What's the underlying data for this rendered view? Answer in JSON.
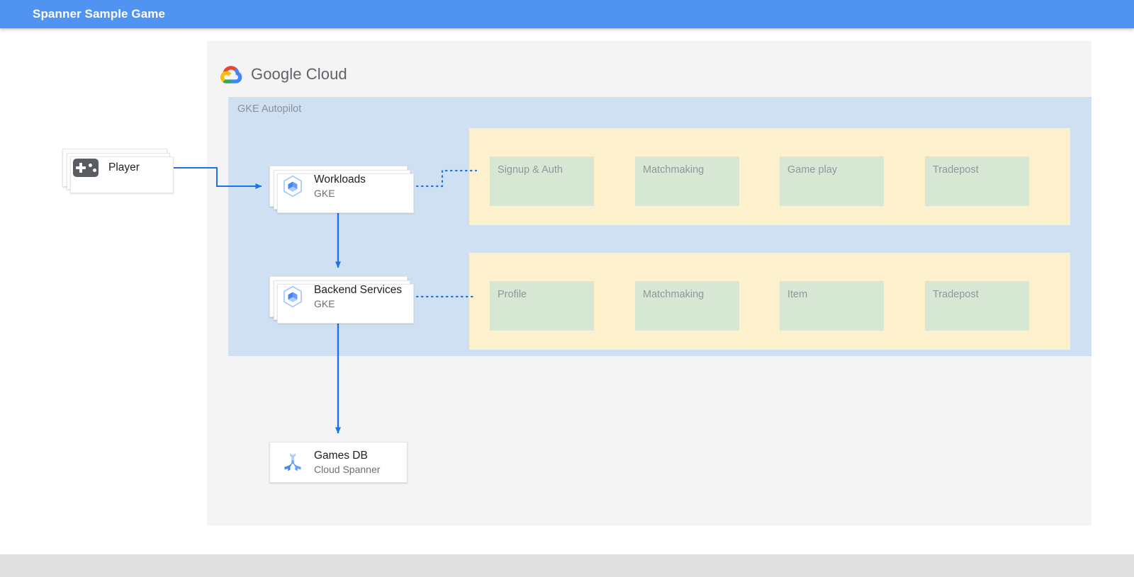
{
  "appbar": {
    "title": "Spanner Sample Game",
    "background": "#5093f1",
    "text_color": "#ffffff"
  },
  "diagram": {
    "brand": {
      "logo_icon": "google-cloud-logo-icon",
      "wordmark_bold": "Google",
      "wordmark_light": "Cloud"
    },
    "zone": {
      "label": "GKE Autopilot",
      "background": "#cfe0f3"
    },
    "group_background": "#fdf0cd",
    "service_box_background": "#d6e7d4",
    "service_rows": [
      {
        "row_name": "workloads-services",
        "boxes": [
          {
            "label": "Signup & Auth"
          },
          {
            "label": "Matchmaking"
          },
          {
            "label": "Game play"
          },
          {
            "label": "Tradepost"
          }
        ]
      },
      {
        "row_name": "backend-services",
        "boxes": [
          {
            "label": "Profile"
          },
          {
            "label": "Matchmaking"
          },
          {
            "label": "Item"
          },
          {
            "label": "Tradepost"
          }
        ]
      }
    ],
    "nodes": [
      {
        "name": "player",
        "title": "Player",
        "subtitle": "",
        "icon": "gamepad-icon"
      },
      {
        "name": "workloads",
        "title": "Workloads",
        "subtitle": "GKE",
        "icon": "gke-hexagon-icon"
      },
      {
        "name": "backend-services",
        "title": "Backend Services",
        "subtitle": "GKE",
        "icon": "gke-hexagon-icon"
      },
      {
        "name": "games-db",
        "title": "Games DB",
        "subtitle": "Cloud Spanner",
        "icon": "cloud-spanner-icon"
      }
    ],
    "connector_color": "#1a73e8"
  }
}
